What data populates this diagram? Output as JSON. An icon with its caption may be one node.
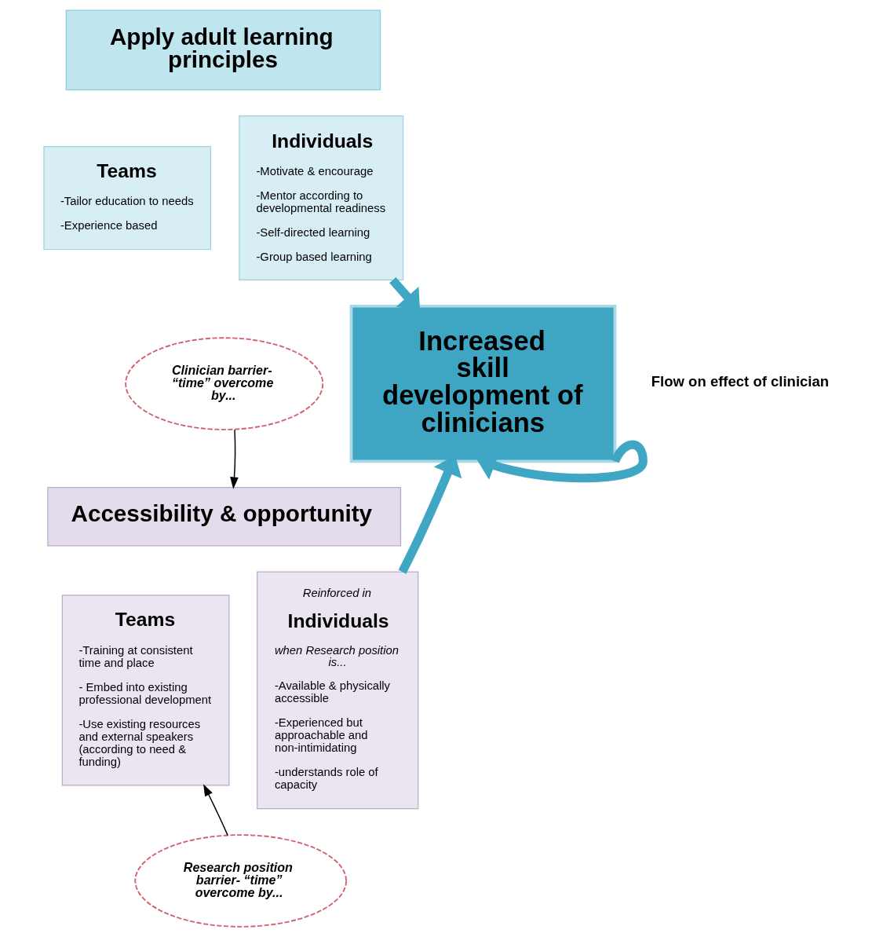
{
  "diagram": {
    "nodes": [
      {
        "text": [
          "Apply adult learning principles"
        ]
      },
      {
        "text": [
          "Teams",
          "-Tailor education to needs",
          "-Experience based"
        ]
      },
      {
        "text": [
          "Individuals",
          "-Motivate & encourage",
          "-Mentor according to developmental readiness",
          "-Self-directed learning",
          "-Group based learning"
        ]
      },
      {
        "text": [
          "Increased skill development of clinicians"
        ]
      },
      {
        "text": [
          "Clinician barrier- “time” overcome by..."
        ]
      },
      {
        "text": [
          "Accessibility & opportunity"
        ]
      },
      {
        "text": [
          "Teams",
          "-Training at consistent time and place",
          "- Embed into existing professional development",
          "-Use existing resources and external speakers (according to need & funding)"
        ]
      },
      {
        "text": [
          "Reinforced in",
          "Individuals",
          "when Research position is...",
          "-Available & physically accessible",
          "-Experienced but approachable and non-intimidating",
          "-understands role of capacity"
        ]
      },
      {
        "text": [
          "Research position barrier- “time” overcome by..."
        ]
      }
    ],
    "edges": [
      {
        "from": 2,
        "to": 3,
        "arrow": "to"
      },
      {
        "from": 4,
        "to": 5,
        "arrow": "to",
        "color": "#000000"
      },
      {
        "from": 7,
        "to": 3,
        "arrow": "to"
      },
      {
        "from": 3,
        "to": 3,
        "arrow": "to",
        "label": "Flow on effect of clinician"
      },
      {
        "from": 8,
        "to": 6,
        "arrow": "to",
        "color": "#000000"
      }
    ]
  }
}
